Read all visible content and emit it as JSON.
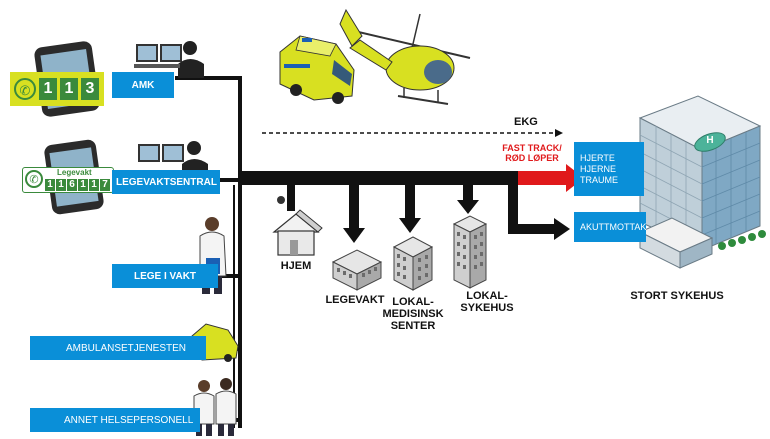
{
  "emergency": {
    "number": "113",
    "digits": [
      "1",
      "1",
      "3"
    ],
    "legevakt_badge": "Legevakt",
    "legevakt_digits": [
      "1",
      "1",
      "6",
      "1",
      "1",
      "7"
    ]
  },
  "left_boxes": {
    "amk": "AMK",
    "legevaktsentral": "LEGEVAKTSENTRAL",
    "lege_i_vakt": "LEGE  I VAKT",
    "ambulansetjenesten": "AMBULANSETJENESTEN",
    "annet": "ANNET HELSEPERSONELL"
  },
  "flow": {
    "ekg": "EKG",
    "fast_track_line1": "FAST TRACK/",
    "fast_track_line2": "RØD LØPER"
  },
  "destinations": {
    "hjem": "HJEM",
    "legevakt": "LEGEVAKT",
    "lokal_medisinsk_1": "LOKAL-",
    "lokal_medisinsk_2": "MEDISINSK",
    "lokal_medisinsk_3": "SENTER",
    "lokal_sykehus_1": "LOKAL-",
    "lokal_sykehus_2": "SYKEHUS"
  },
  "hospital": {
    "box1_line1": "HJERTE",
    "box1_line2": "HJERNE",
    "box1_line3": "TRAUME",
    "box2": "AKUTTMOTTAK",
    "name": "STORT SYKEHUS",
    "sign": "H"
  },
  "colors": {
    "blue": "#0a8fd8",
    "red": "#e0191b",
    "yellow_green": "#d8e021",
    "legevakt_green": "#3a8a3c",
    "black": "#111111"
  }
}
